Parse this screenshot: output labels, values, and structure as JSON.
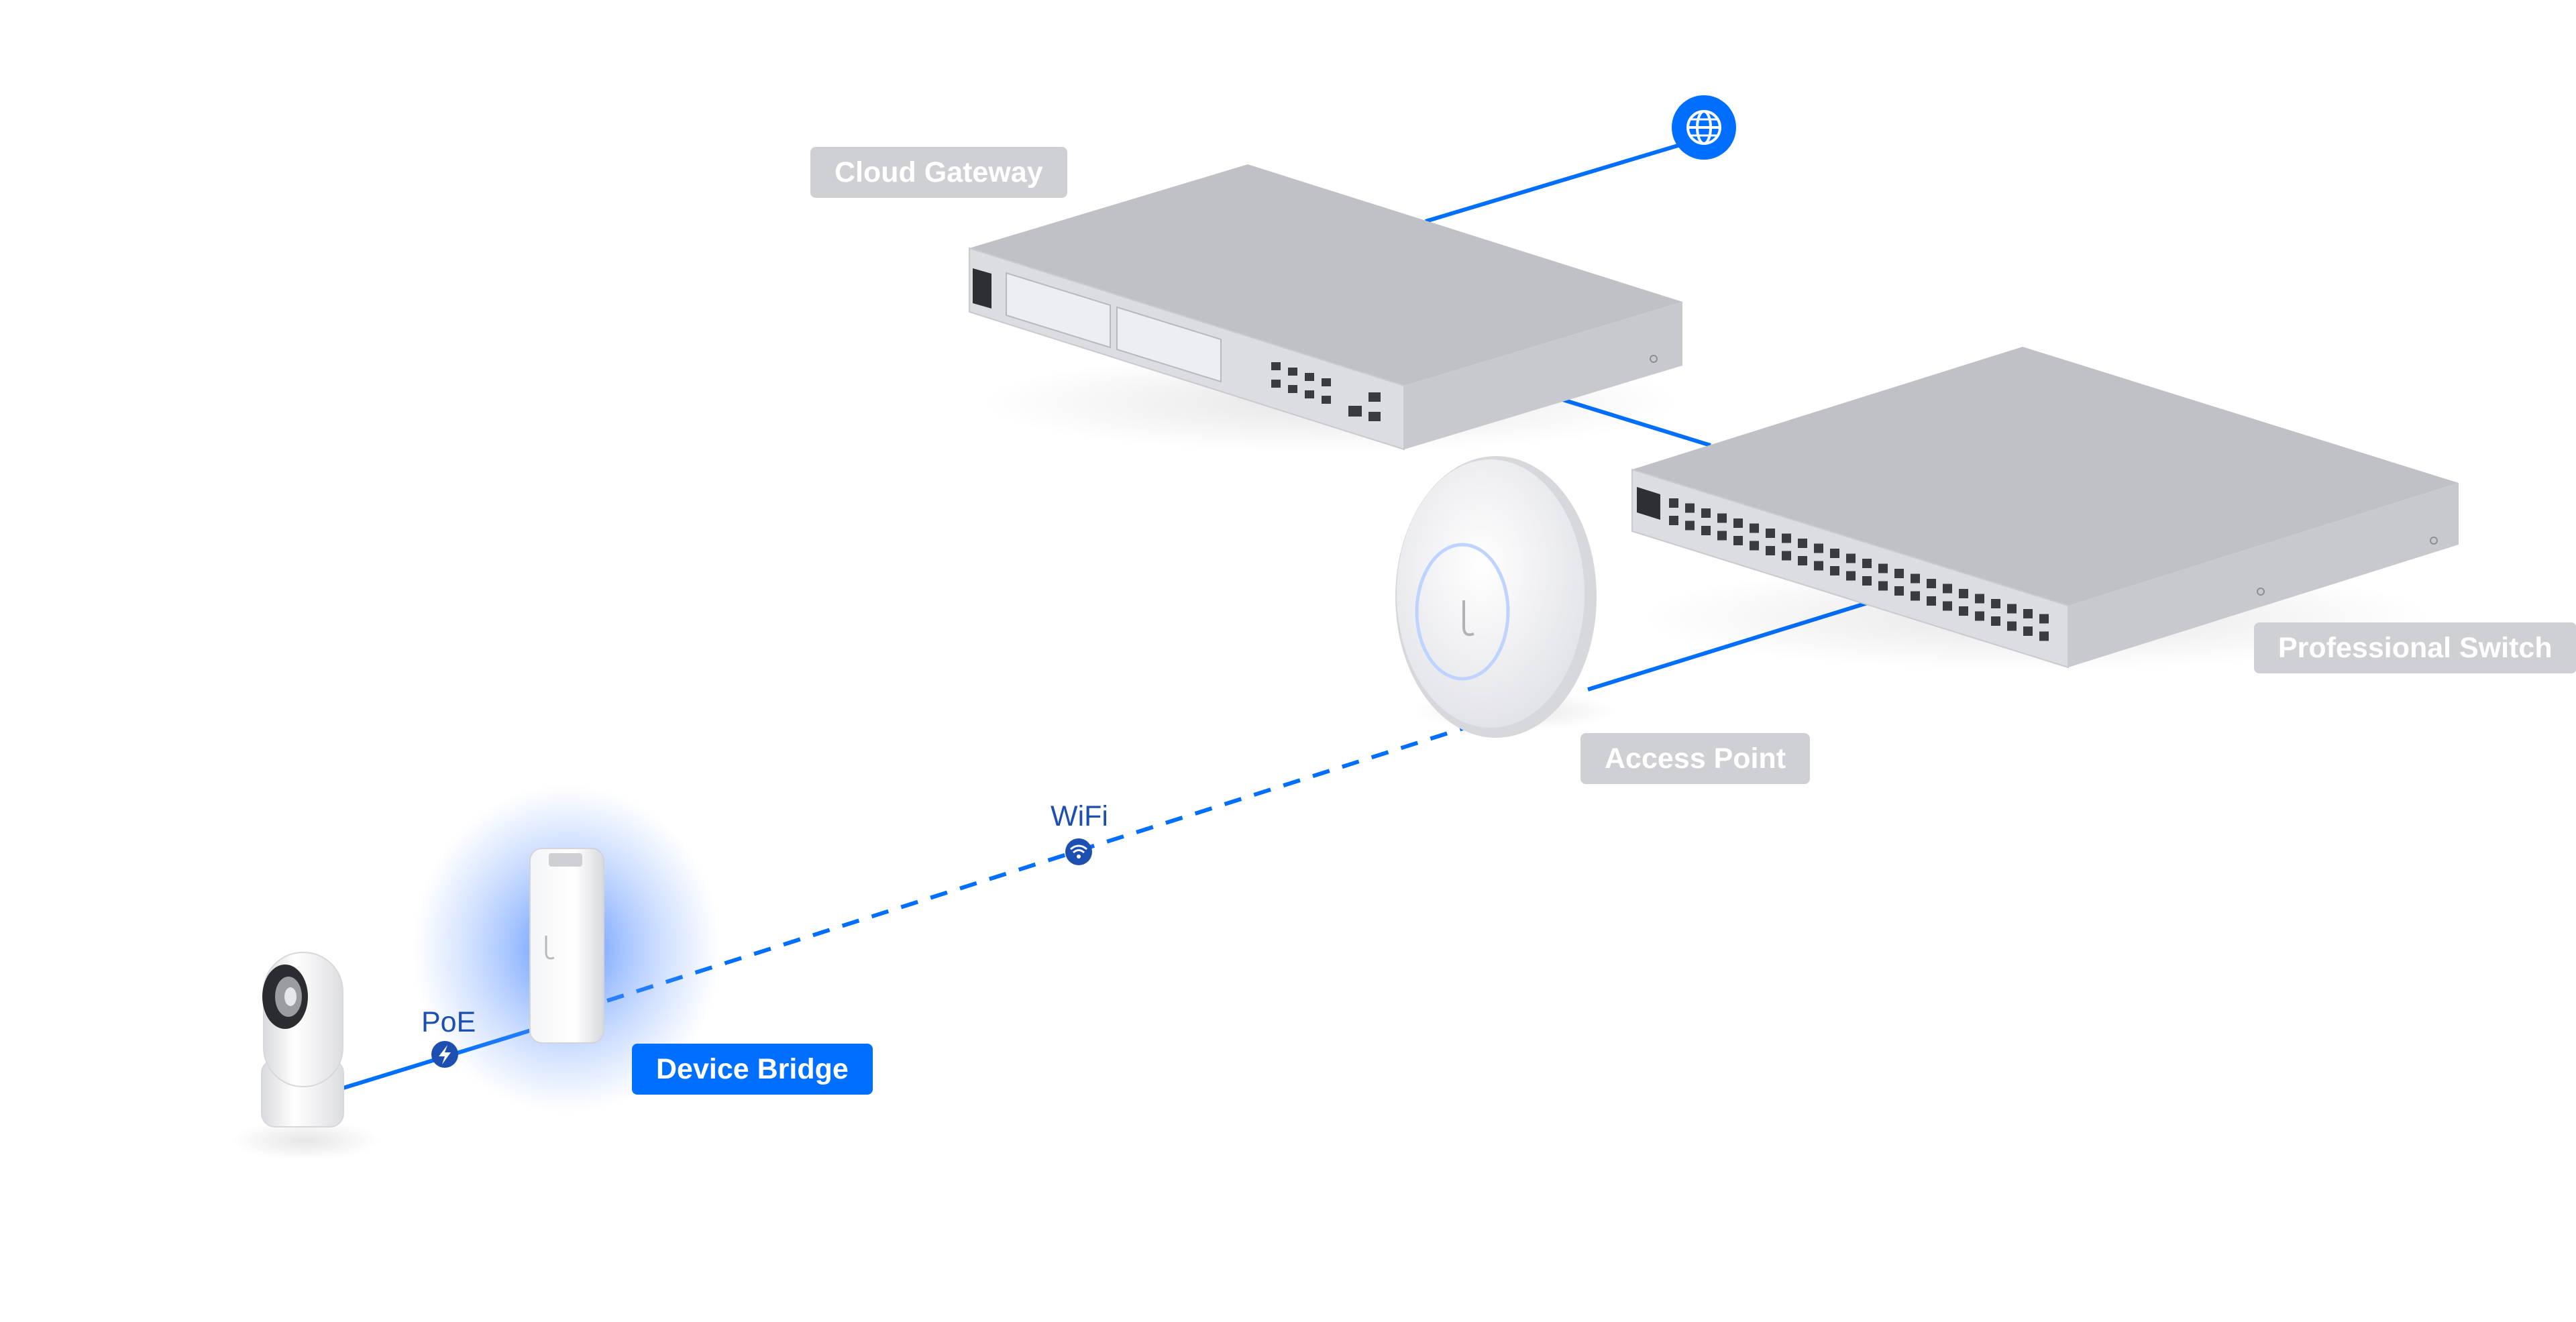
{
  "labels": {
    "cloud_gateway": "Cloud Gateway",
    "professional_switch": "Professional Switch",
    "access_point": "Access Point",
    "device_bridge": "Device Bridge"
  },
  "connections": {
    "wifi": "WiFi",
    "poe": "PoE"
  },
  "icons": {
    "internet": "globe-icon",
    "wifi": "wifi-icon",
    "poe": "lightning-bolt-icon"
  },
  "colors": {
    "link_blue": "#006fff",
    "label_grey": "#cfd0d3",
    "label_blue": "#006fff",
    "connector_dark": "#1d4fb0"
  }
}
